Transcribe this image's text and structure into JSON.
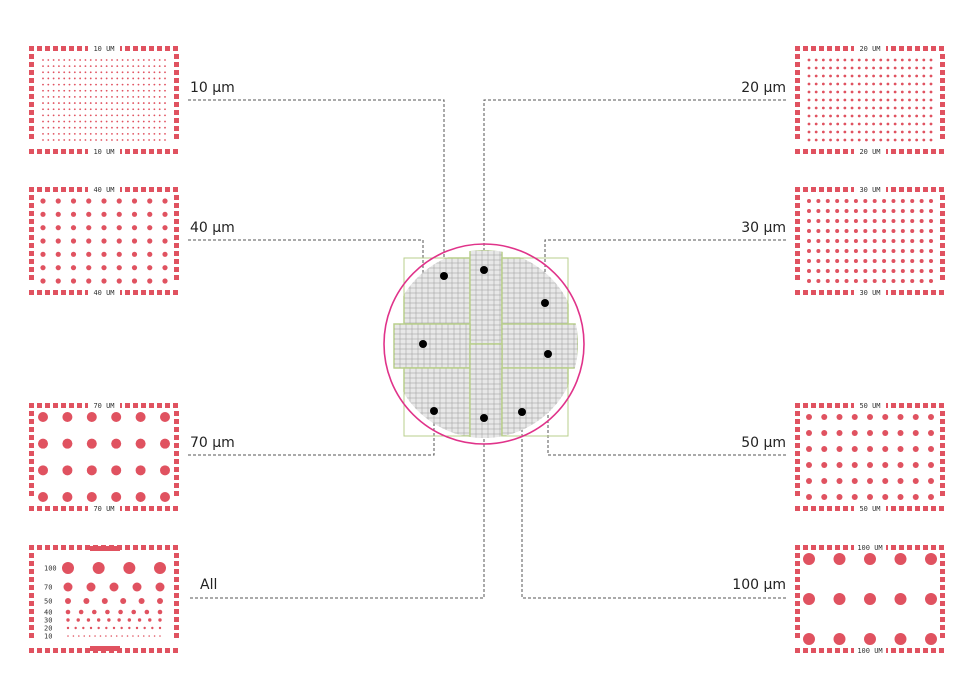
{
  "colors": {
    "pad": "#e05260",
    "frame": "#e05260",
    "leader": "#555555",
    "wafer_ring": "#e0338a",
    "wafer_fill": "#e8e8e8",
    "die_outline": "#b9cf8c",
    "die_grid": "#999999",
    "marker": "#000000"
  },
  "panels": [
    {
      "id": "p10",
      "label": "10 µm",
      "tag_top": "10 UM",
      "tag_bottom": "10 UM",
      "side": "left",
      "pitch_um": 10
    },
    {
      "id": "p40",
      "label": "40 µm",
      "tag_top": "40 UM",
      "tag_bottom": "40 UM",
      "side": "left",
      "pitch_um": 40
    },
    {
      "id": "p70",
      "label": "70 µm",
      "tag_top": "70 UM",
      "tag_bottom": "70 UM",
      "side": "left",
      "pitch_um": 70
    },
    {
      "id": "pall",
      "label": "All",
      "tag_top": "",
      "tag_bottom": "",
      "side": "left",
      "pitch_um": 0,
      "row_labels": [
        "100",
        "70",
        "50",
        "40",
        "30",
        "20",
        "10"
      ]
    },
    {
      "id": "p20",
      "label": "20 µm",
      "tag_top": "20 UM",
      "tag_bottom": "20 UM",
      "side": "right",
      "pitch_um": 20
    },
    {
      "id": "p30",
      "label": "30 µm",
      "tag_top": "30 UM",
      "tag_bottom": "30 UM",
      "side": "right",
      "pitch_um": 30
    },
    {
      "id": "p50",
      "label": "50 µm",
      "tag_top": "50 UM",
      "tag_bottom": "50 UM",
      "side": "right",
      "pitch_um": 50
    },
    {
      "id": "p100",
      "label": "100 µm",
      "tag_top": "100 UM",
      "tag_bottom": "100 UM",
      "side": "right",
      "pitch_um": 100
    }
  ]
}
